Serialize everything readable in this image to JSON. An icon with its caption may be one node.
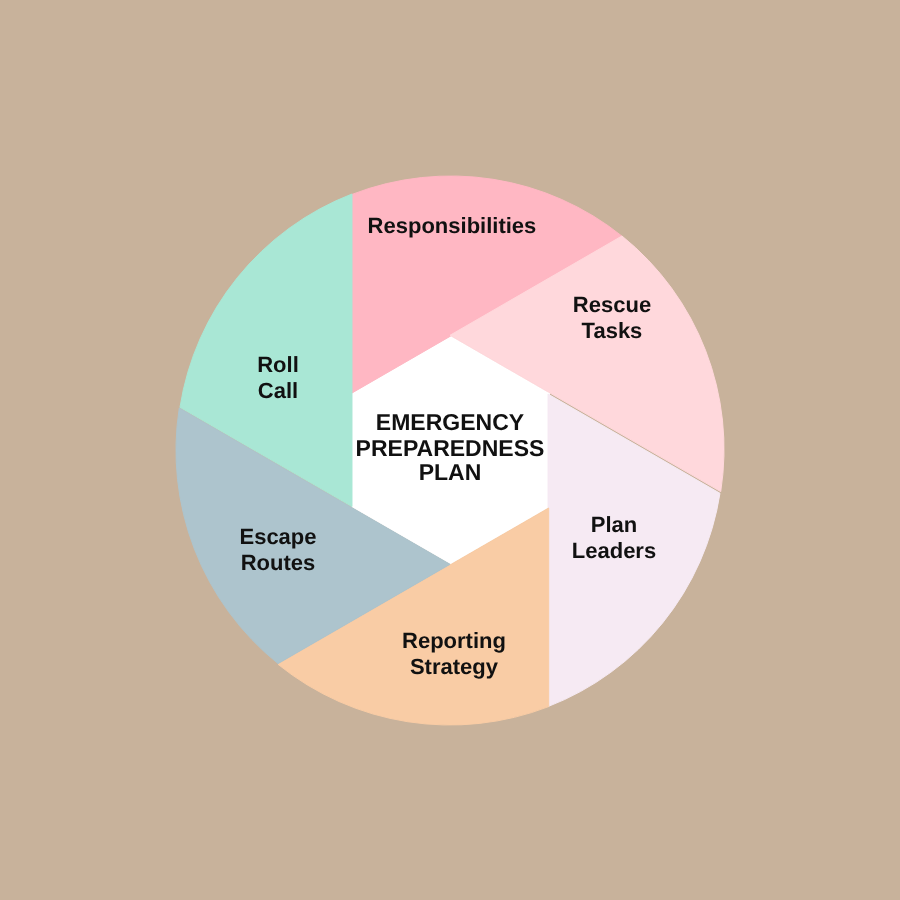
{
  "diagram": {
    "nodes": [
      {
        "text": [
          "EMERGENCY PREPAREDNESS PLAN"
        ]
      },
      {
        "text": [
          "Responsibilities"
        ]
      },
      {
        "text": [
          "Rescue Tasks"
        ]
      },
      {
        "text": [
          "Plan Leaders"
        ]
      },
      {
        "text": [
          "Reporting Strategy"
        ]
      },
      {
        "text": [
          "Escape Routes"
        ]
      },
      {
        "text": [
          "Roll Call"
        ]
      }
    ]
  }
}
